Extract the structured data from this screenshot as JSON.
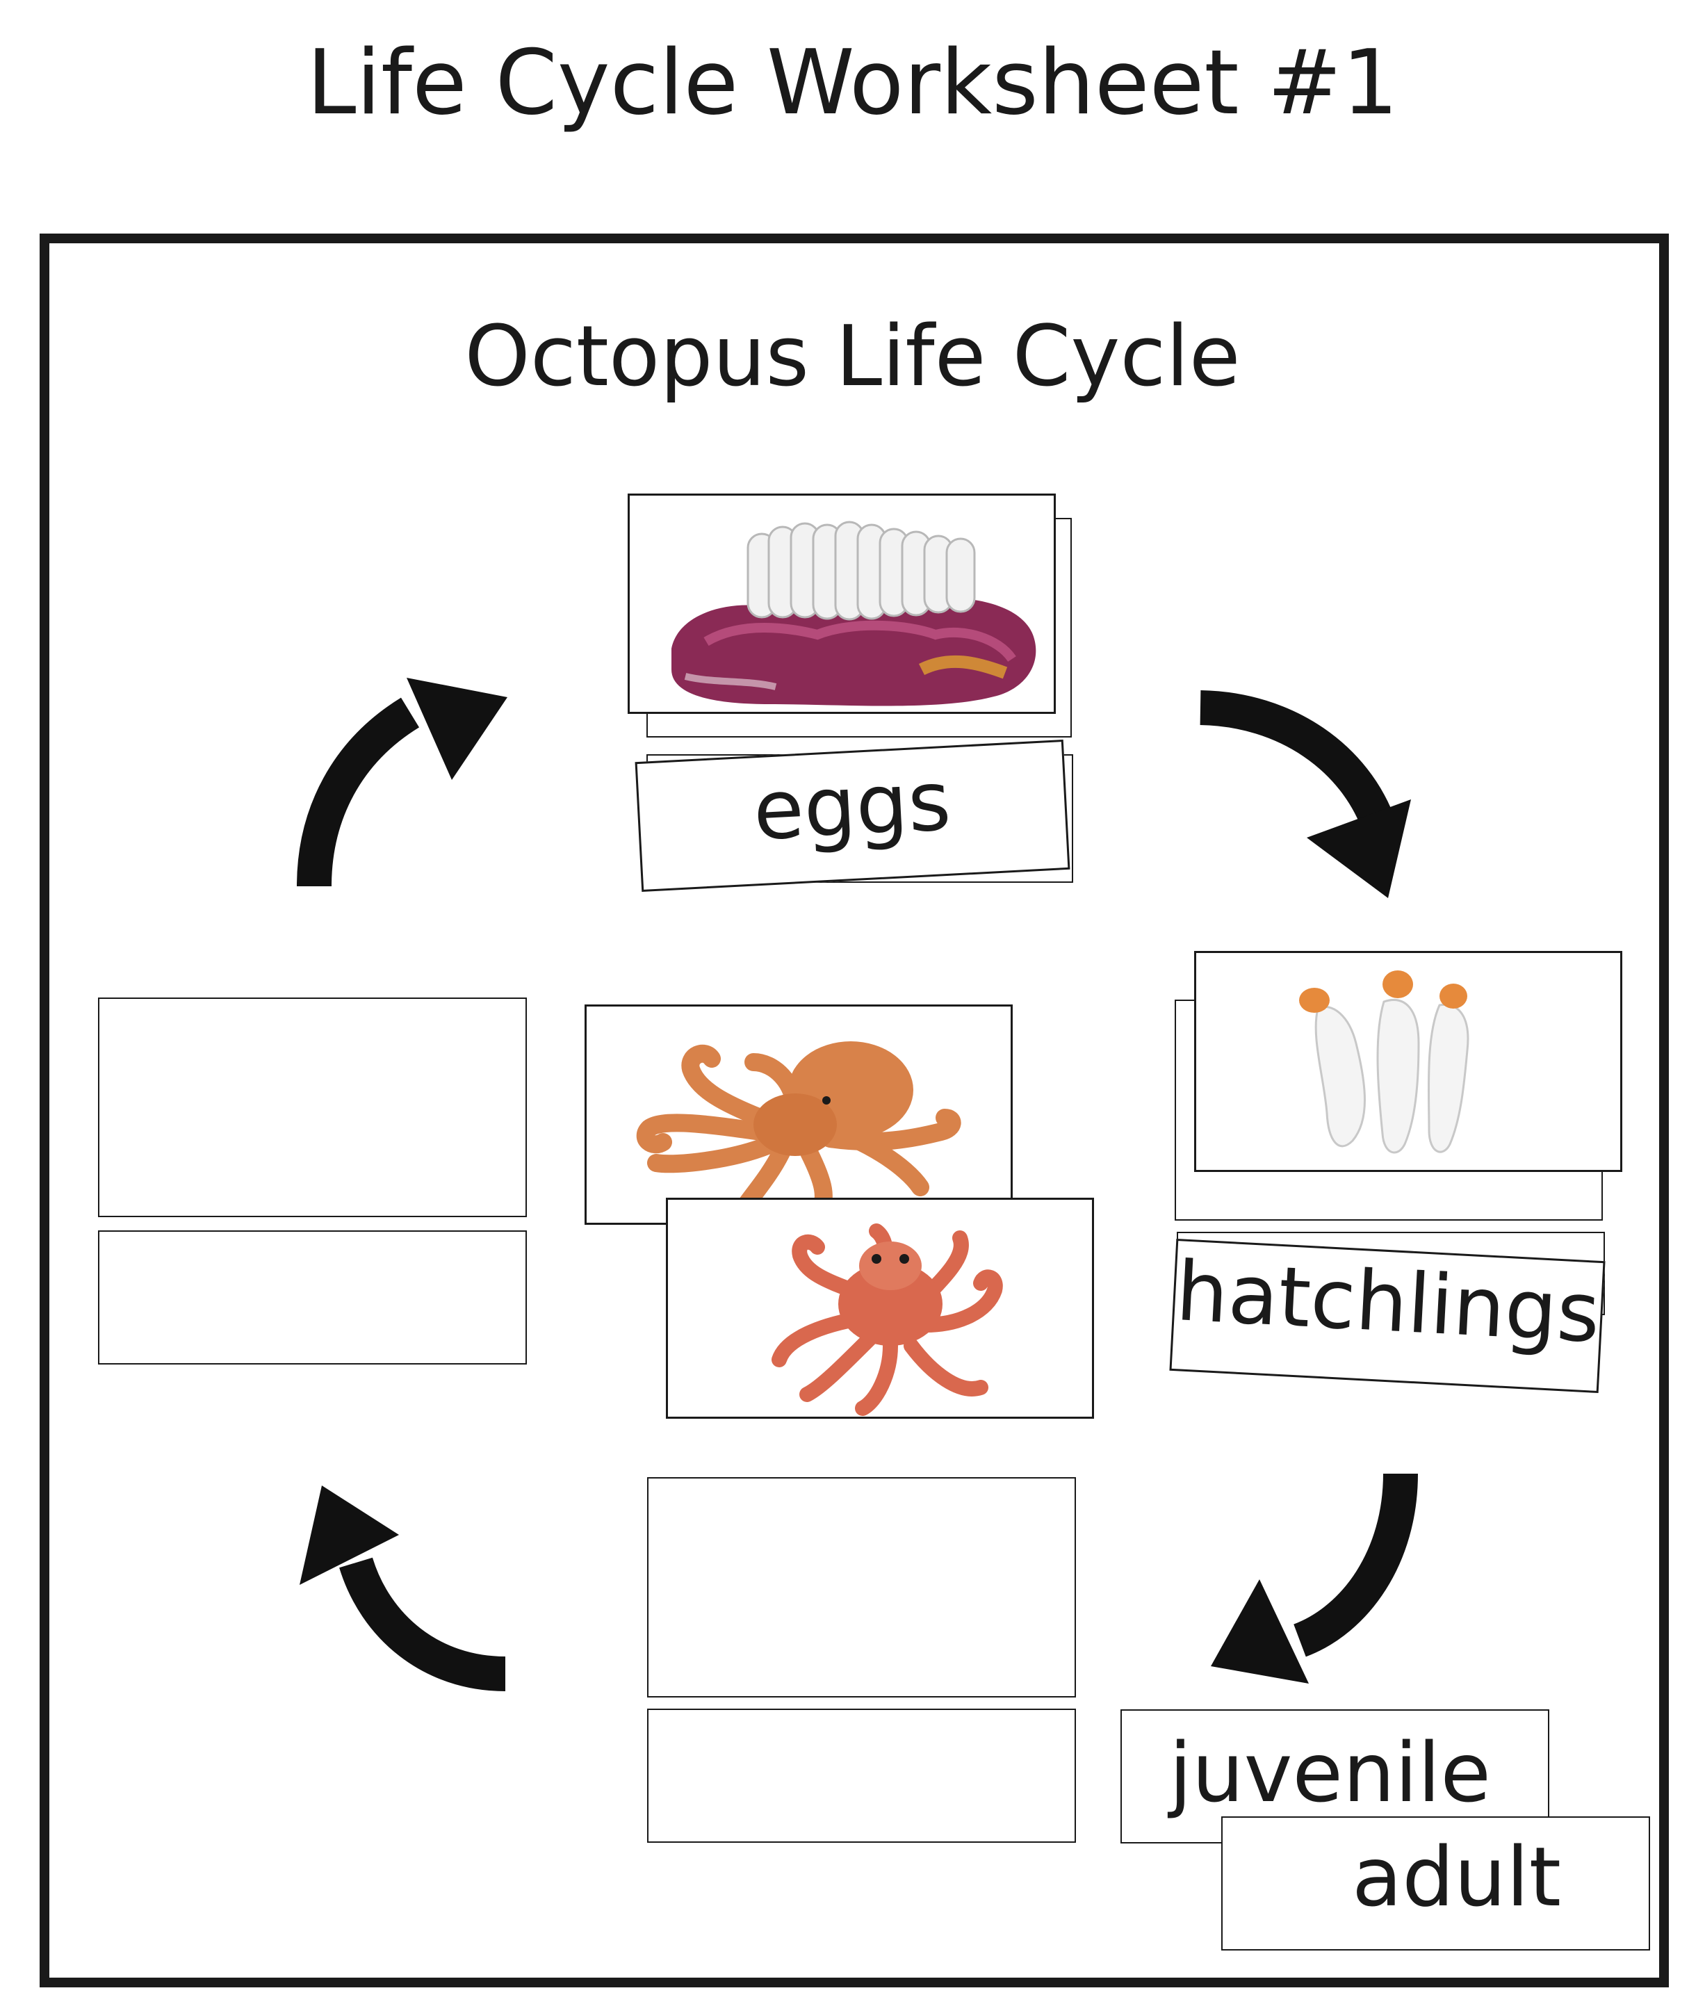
{
  "worksheet_title": "Life Cycle Worksheet #1",
  "diagram_title": "Octopus Life Cycle",
  "stage_labels": {
    "eggs": "eggs",
    "hatchlings": "hatchlings",
    "juvenile": "juvenile",
    "adult": "adult"
  },
  "pictures": {
    "eggs": "octopus-eggs-on-rock",
    "hatchlings": "octopus-hatchlings",
    "juvenile": "juvenile-octopus",
    "adult": "adult-octopus"
  },
  "colors": {
    "ink": "#1a1a1a",
    "rock": "#8a2a55",
    "egg": "#f2f2f2",
    "octopus_orange": "#d8824a",
    "octopus_red": "#d9684e"
  }
}
